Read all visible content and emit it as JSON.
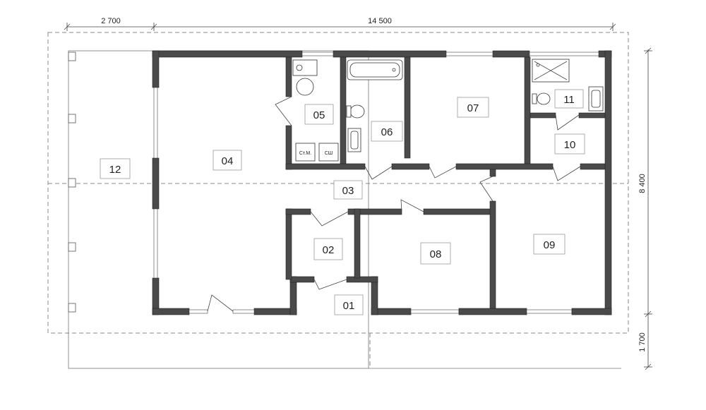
{
  "dimensions": {
    "porch_width": "2 700",
    "house_width": "14 500",
    "house_depth": "8 400",
    "porch_depth": "1 700"
  },
  "rooms": {
    "r01": "01",
    "r02": "02",
    "r03": "03",
    "r04": "04",
    "r05": "05",
    "r06": "06",
    "r07": "07",
    "r08": "08",
    "r09": "09",
    "r10": "10",
    "r11": "11",
    "r12": "12"
  },
  "appliances": {
    "washer": "Ст.М.",
    "dishwasher": "СШ"
  }
}
